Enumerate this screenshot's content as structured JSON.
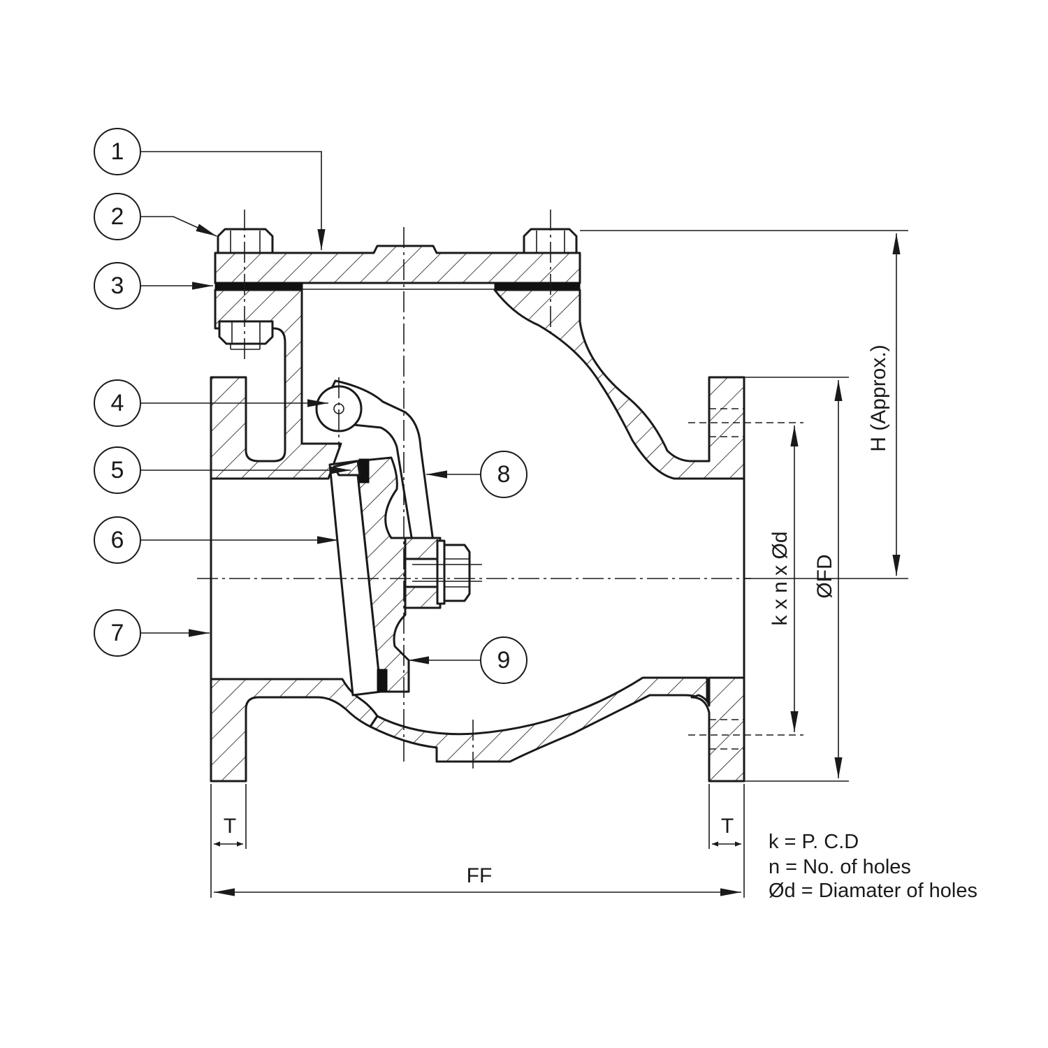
{
  "balloons": [
    {
      "id": "1"
    },
    {
      "id": "2"
    },
    {
      "id": "3"
    },
    {
      "id": "4"
    },
    {
      "id": "5"
    },
    {
      "id": "6"
    },
    {
      "id": "7"
    },
    {
      "id": "8"
    },
    {
      "id": "9"
    }
  ],
  "dimensions": {
    "height": "H (Approx.)",
    "flange_diameter": "ØFD",
    "bolt_pattern": "k x n x Ød",
    "face_to_face": "FF",
    "flange_thickness_left": "T",
    "flange_thickness_right": "T"
  },
  "legend": [
    "k = P. C.D",
    "n = No. of holes",
    "Ød = Diamater of holes"
  ]
}
